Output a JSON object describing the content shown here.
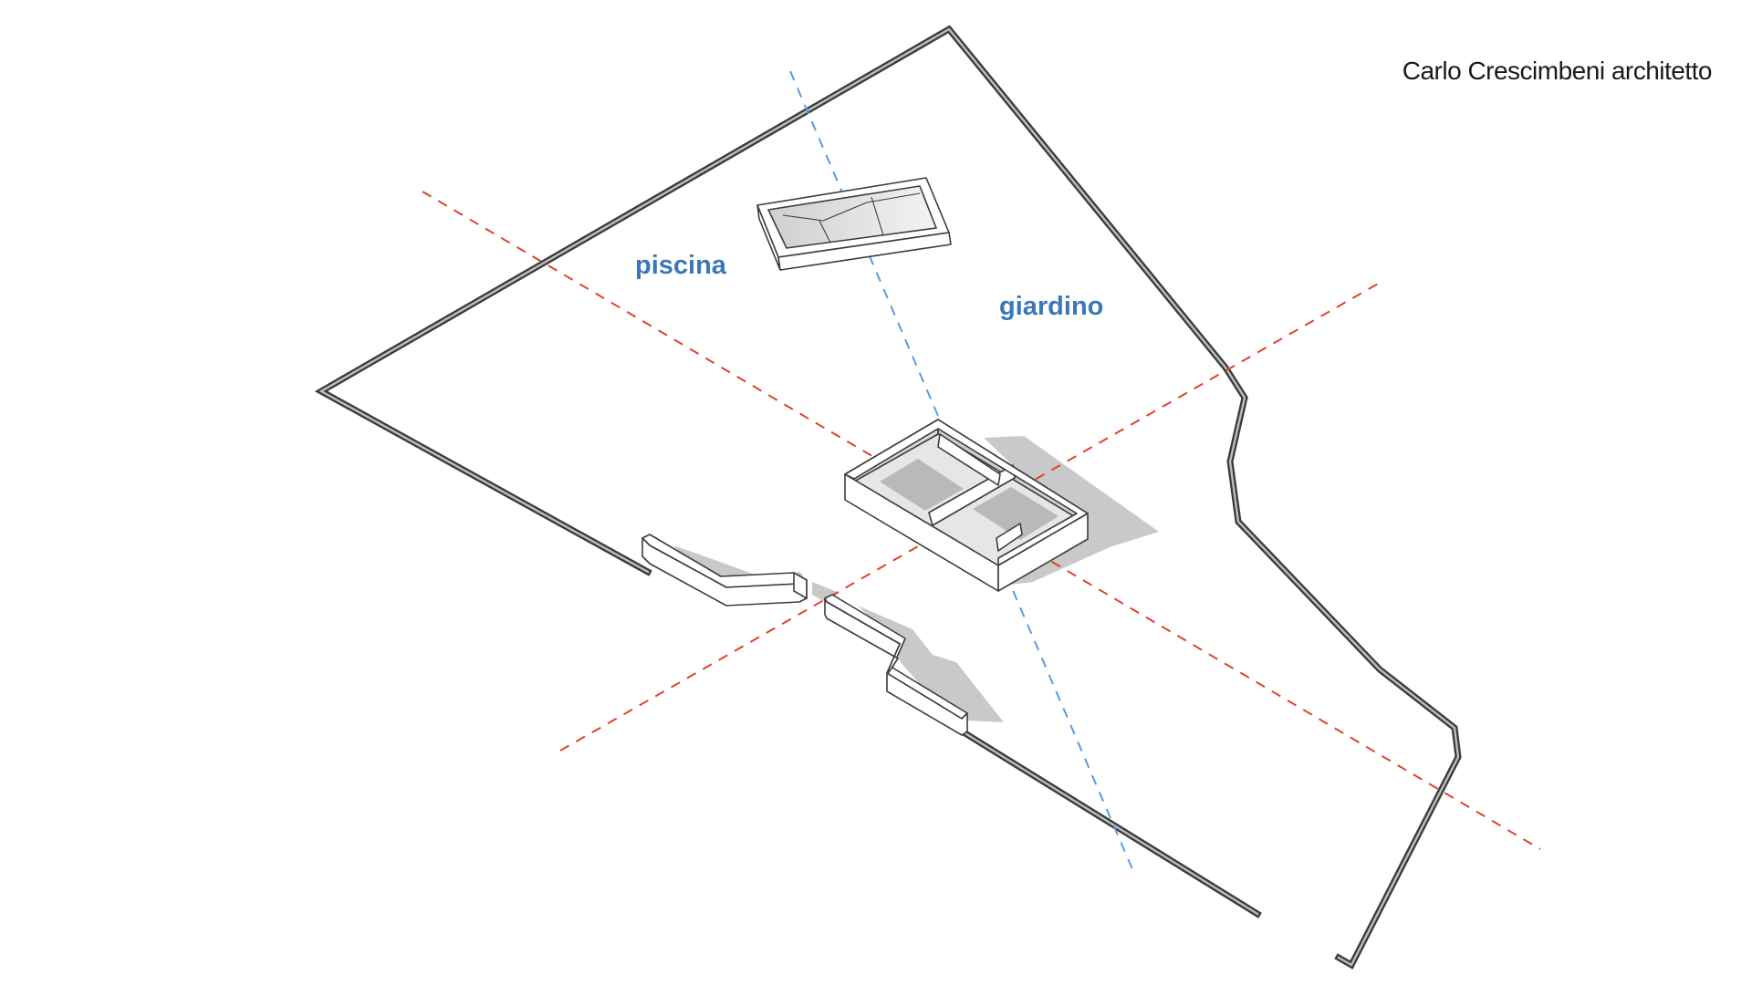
{
  "credit": "Carlo Crescimbeni architetto",
  "labels": {
    "pool": "piscina",
    "garden": "giardino"
  },
  "colors": {
    "label": "#3a78b8",
    "axis_red": "#e0412f",
    "axis_blue": "#5a9ae0",
    "wall_fill": "#ffffff",
    "wall_stroke": "#3c3c3c",
    "shadow": "#c9c9c9",
    "inner_shade": "#d4d4d4"
  }
}
